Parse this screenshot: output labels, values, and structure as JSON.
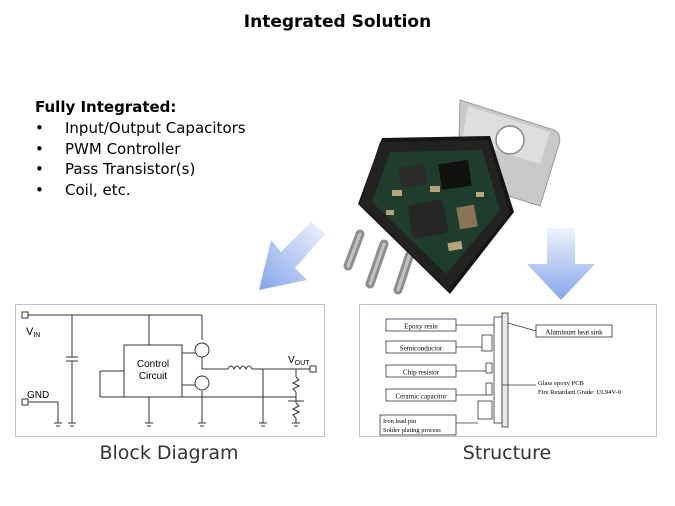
{
  "title": "Integrated Solution",
  "features": {
    "heading": "Fully Integrated:",
    "items": [
      "Input/Output Capacitors",
      "PWM Controller",
      "Pass Transistor(s)",
      "Coil, etc."
    ]
  },
  "block_diagram": {
    "caption": "Block Diagram",
    "vin_main": "V",
    "vin_sub": "IN",
    "vout_main": "V",
    "vout_sub": "OUT",
    "gnd": "GND",
    "control_line1": "Control",
    "control_line2": "Circuit"
  },
  "structure": {
    "caption": "Structure",
    "labels_left": [
      "Epoxy resin",
      "Semiconductor",
      "Chip resistor",
      "Ceramic capacitor"
    ],
    "iron_line1": "Iron lead pin",
    "iron_line2": "Solder plating process",
    "heat_sink": "Aluminum heat sink",
    "pcb_line1": "Glass epoxy PCB",
    "pcb_line2": "Fire Retardant Grade: UL94V-0"
  },
  "colors": {
    "arrow_light": "#e4ecfb",
    "arrow_dark": "#7f9fe6",
    "panel_border": "#b8c4cf"
  }
}
